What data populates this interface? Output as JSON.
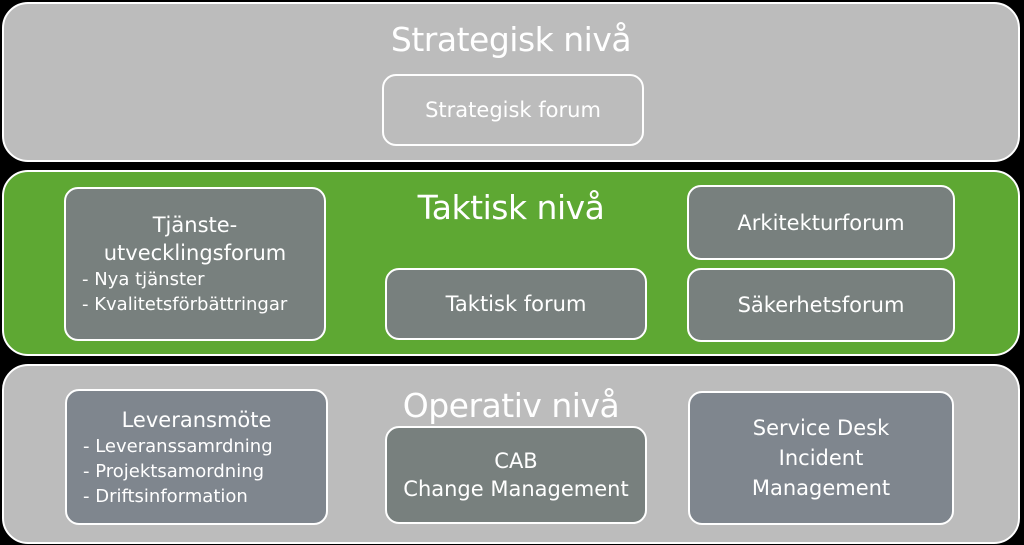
{
  "strategic": {
    "title": "Strategisk nivå",
    "forum": "Strategisk forum"
  },
  "tactical": {
    "title": "Taktisk nivå",
    "service_dev": {
      "title_line1": "Tjänste-",
      "title_line2": "utvecklingsforum",
      "items": [
        "- Nya tjänster",
        "- Kvalitetsförbättringar"
      ]
    },
    "forum": "Taktisk forum",
    "architecture": "Arkitekturforum",
    "security": "Säkerhetsforum"
  },
  "operative": {
    "title": "Operativ nivå",
    "delivery": {
      "title": "Leveransmöte",
      "items": [
        "- Leveranssamrdning",
        "- Projektsamordning",
        "- Driftsinformation"
      ]
    },
    "cab": {
      "line1": "CAB",
      "line2": "Change Management"
    },
    "service_desk": {
      "line1": "Service Desk",
      "line2": "Incident",
      "line3": "Management"
    }
  },
  "colors": {
    "background": "#000000",
    "gray_band": "#bcbcbc",
    "green_band": "#5ea833",
    "box_dark": "#78807e",
    "border": "#ffffff"
  }
}
